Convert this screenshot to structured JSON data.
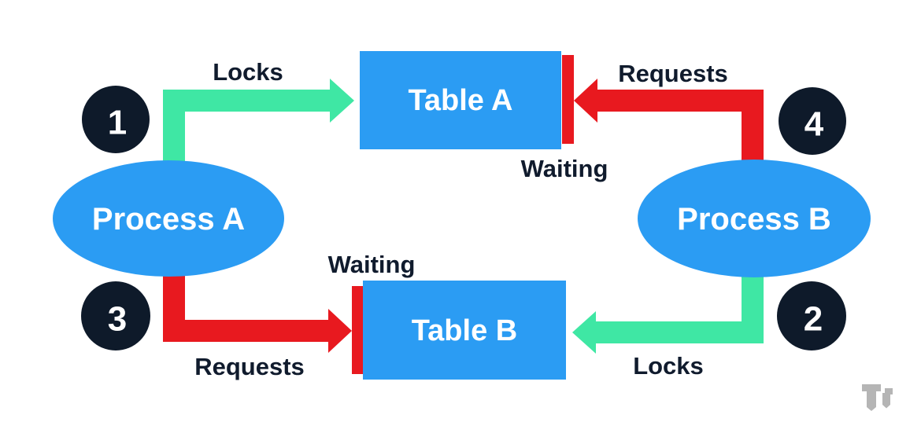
{
  "colors": {
    "node_blue": "#2b9cf3",
    "lock_green": "#3fe7a4",
    "request_red": "#e8191f",
    "badge_navy": "#0e1a2a",
    "label_navy": "#101b2d",
    "node_text_white": "#ffffff",
    "logo_gray": "#b5b5b5"
  },
  "nodes": {
    "process_a": "Process A",
    "process_b": "Process B",
    "table_a": "Table A",
    "table_b": "Table B"
  },
  "steps": {
    "s1": "1",
    "s2": "2",
    "s3": "3",
    "s4": "4"
  },
  "labels": {
    "locks_top": "Locks",
    "requests_top": "Requests",
    "waiting_top": "Waiting",
    "waiting_bottom": "Waiting",
    "requests_bottom": "Requests",
    "locks_bottom": "Locks"
  },
  "icons": {
    "watermark": "techtarget-tt-logo"
  }
}
